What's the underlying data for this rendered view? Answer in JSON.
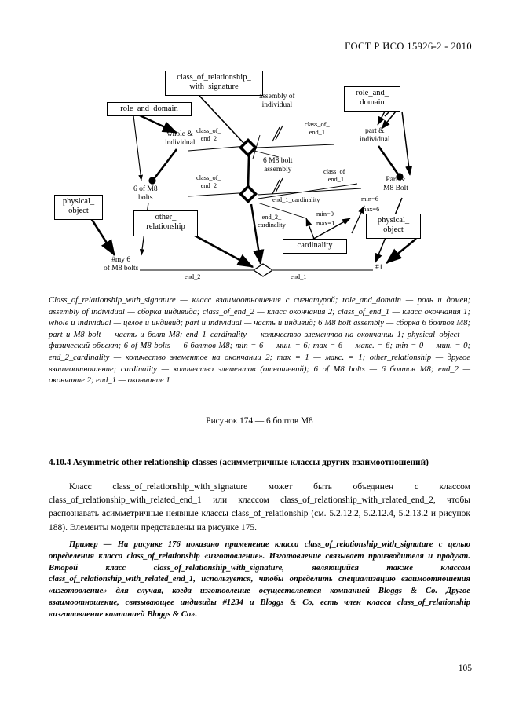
{
  "header": {
    "standard": "ГОСТ Р ИСО 15926-2 - 2010"
  },
  "figure": {
    "boxes": {
      "class_of_relationship_with_signature": "class_of_relationship_\nwith_signature",
      "role_and_domain_left": "role_and_domain",
      "role_and_domain_right": "role_and_\ndomain",
      "physical_object_left": "physical_\nobject",
      "physical_object_right": "physical_\nobject",
      "other_relationship": "other_\nrelationship",
      "cardinality": "cardinality"
    },
    "labels": {
      "assembly_of_individual": "assembly of\nindividual",
      "class_of_end_2_top": "class_of_\nend_2",
      "class_of_end_1_top": "class_of_\nend_1",
      "whole_and_individual": "whole &\nindividual",
      "part_and_individual": "part &\nindividual",
      "six_m8_bolt_assembly": "6 M8 bolt\nassembly",
      "class_of_end_2_mid": "class_of_\nend_2",
      "class_of_end_1_mid": "class_of_\nend_1",
      "part_and_m8_bolt": "Part &\nM8 Bolt",
      "six_of_m8_bolts": "6 of M8\nbolts",
      "end_1_cardinality": "end_1_cardinality",
      "end_2_cardinality": "end_2_\ncardinality",
      "min_6": "min=6",
      "max_6": "max=6",
      "min_0": "min=0",
      "max_1": "max=1",
      "my_6_of_m8_bolts": "#my 6\nof M8 bolts",
      "end_2_bottom": "end_2",
      "end_1_bottom": "end_1",
      "hash_1": "#1"
    }
  },
  "legend": {
    "text": "Class_of_relationship_with_signature — класс взаимоотношения с сигнатурой; role_and_domain — роль и домен; assembly of individual — сборка индивида; class_of_end_2 — класс окончания 2; class_of_end_1 — класс окончания 1; whole и individual — целое и индивид; part и individual — часть и индивид; 6 M8 bolt assembly — сборка 6 болтов M8; part и M8 bolt — часть и болт M8; end_1_cardinality — количество элементов на окончании 1; physical_object — физический объект; 6 of M8 bolts — 6 болтов M8; min = 6 — мин. = 6; max = 6 — макс. = 6; min = 0 — мин. = 0; end_2_cardinality — количество элементов на окончании 2; max = 1 — макс. = 1; other_relationship — другое взаимоотношение; cardinality — количество элементов (отношений); 6 of M8 bolts — 6 болтов M8; end_2 — окончание 2; end_1 — окончание 1"
  },
  "figure_caption": "Рисунок 174 — 6 болтов M8",
  "section": {
    "heading": "4.10.4 Asymmetric other relationship classes (асимметричные классы других взаимоотношений)",
    "paragraph": "Класс class_of_relationship_with_signature может быть объединен с классом class_of_relationship_with_related_end_1 или классом class_of_relationship_with_related_end_2, чтобы распознавать асимметричные неявные классы class_of_relationship (см. 5.2.12.2, 5.2.12.4, 5.2.13.2 и рисунок 188). Элементы модели представлены на рисунке 175.",
    "example": "Пример — На рисунке 176 показано применение класса class_of_relationship_with_signature с целью определения класса class_of_relationship «изготовление». Изготовление связывает производителя и продукт. Второй класс class_of_relationship_with_signature, являющийся также классом class_of_relationship_with_related_end_1, используется, чтобы определить специализацию взаимоотношения «изготовление» для случая, когда изготовление осуществляется компанией Bloggs & Co. Другое взаимоотношение, связывающее индивиды #1234 и Bloggs & Co, есть член класса class_of_relationship «изготовление компанией Bloggs & Co»."
  },
  "page_number": "105"
}
